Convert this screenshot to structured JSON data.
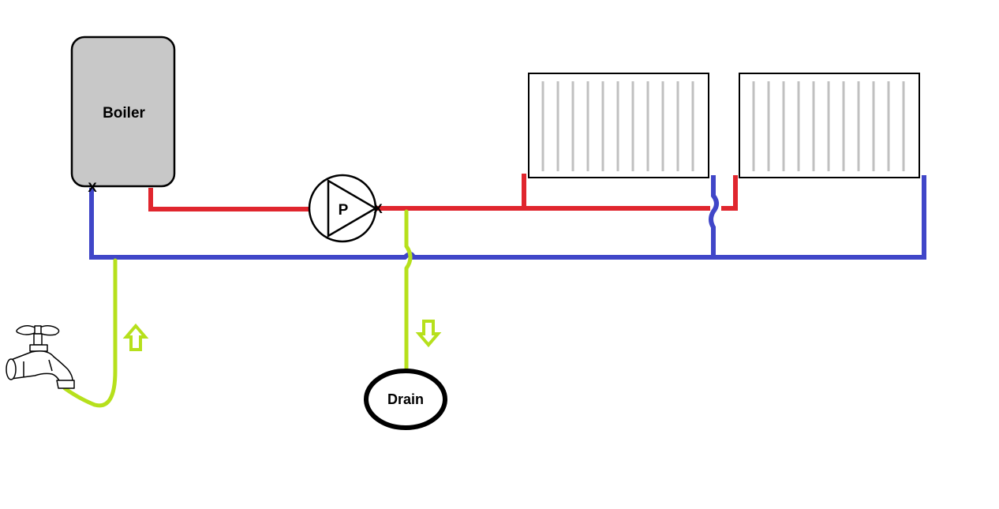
{
  "labels": {
    "boiler": "Boiler",
    "pump": "P",
    "drain": "Drain",
    "valve_mark": "X"
  },
  "colors": {
    "flow_pipe": "#e0262e",
    "return_pipe": "#4046c8",
    "hose": "#b6e01c",
    "boiler_fill": "#c8c8c8",
    "radiator_fin": "#c0c0c0",
    "outline": "#000000"
  },
  "icons": {
    "tap": "outdoor-faucet-icon",
    "arrow_up": "up-arrow-icon",
    "arrow_down": "down-arrow-icon"
  }
}
